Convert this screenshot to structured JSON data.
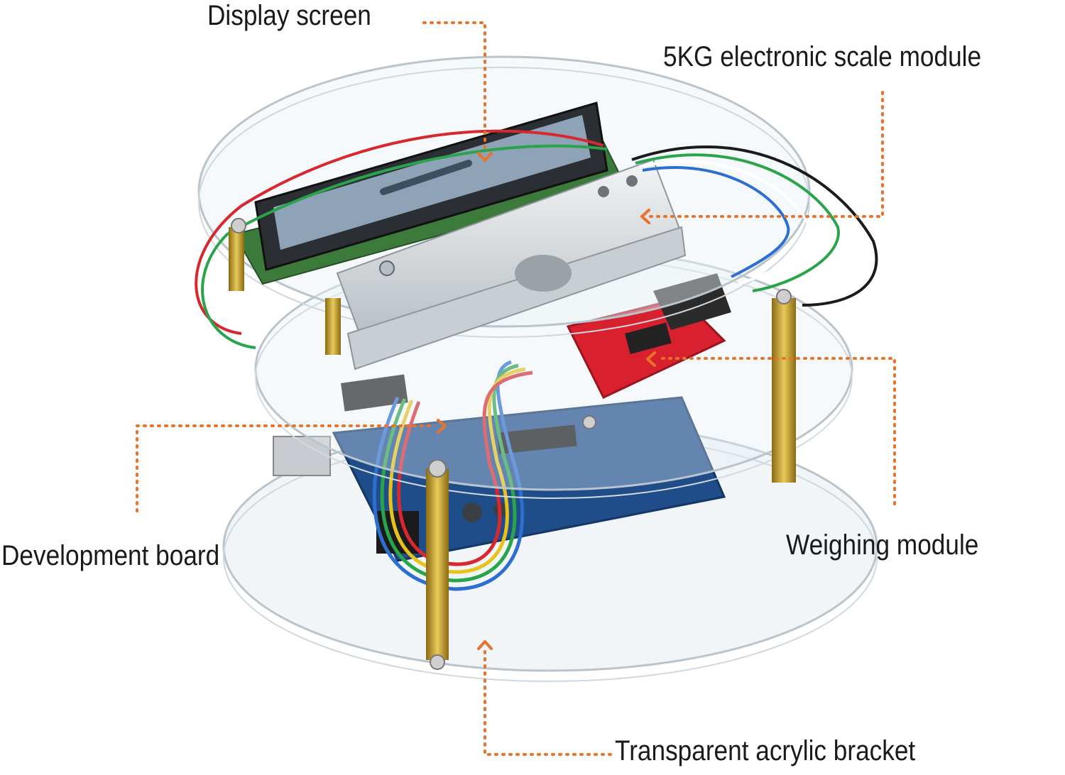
{
  "labels": {
    "display_screen": "Display screen",
    "scale_module": "5KG electronic scale module",
    "development_board": "Development board",
    "weighing_module": "Weighing module",
    "acrylic_bracket": "Transparent acrylic bracket"
  },
  "colors": {
    "leader_line": "#e8732a",
    "text": "#1a1a1a",
    "acrylic_edge": "#b9c4cc",
    "lcd_frame": "#2b2f33",
    "lcd_screen": "#8ea3b8",
    "arduino_board": "#1f4d8a",
    "hx711_board": "#d8202f",
    "brass_standoff": "#c9a227",
    "load_cell": "#d9dde0"
  }
}
